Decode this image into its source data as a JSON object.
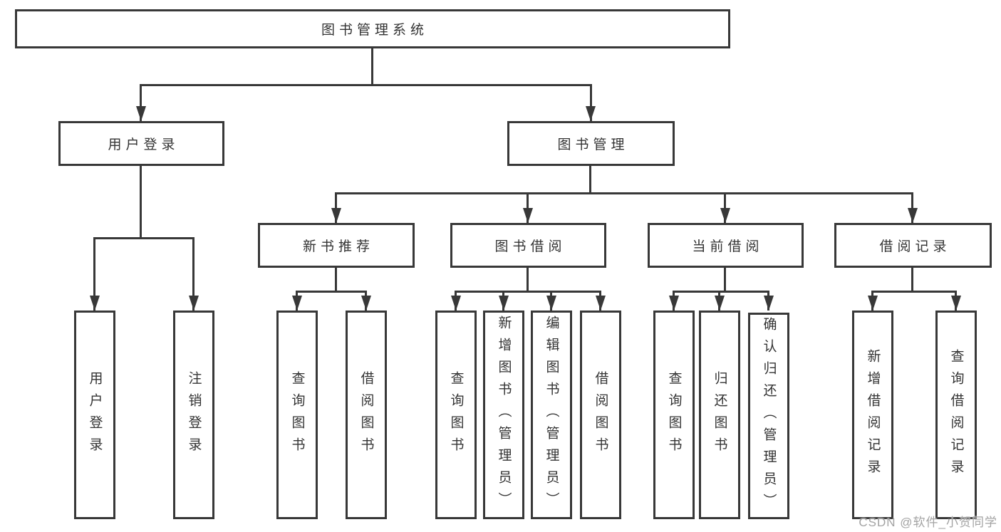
{
  "tree": {
    "root": {
      "label": "图书管理系统"
    },
    "branches": [
      {
        "label": "用户登录",
        "children": [
          {
            "label": "用户登录"
          },
          {
            "label": "注销登录"
          }
        ]
      },
      {
        "label": "图书管理",
        "children": [
          {
            "label": "新书推荐",
            "children": [
              {
                "label": "查询图书"
              },
              {
                "label": "借阅图书"
              }
            ]
          },
          {
            "label": "图书借阅",
            "children": [
              {
                "label": "查询图书"
              },
              {
                "label": "新增图书（管理员）"
              },
              {
                "label": "编辑图书（管理员）"
              },
              {
                "label": "借阅图书"
              }
            ]
          },
          {
            "label": "当前借阅",
            "children": [
              {
                "label": "查询图书"
              },
              {
                "label": "归还图书"
              },
              {
                "label": "确认归还（管理员）"
              }
            ]
          },
          {
            "label": "借阅记录",
            "children": [
              {
                "label": "新增借阅记录"
              },
              {
                "label": "查询借阅记录"
              }
            ]
          }
        ]
      }
    ]
  },
  "watermark": "CSDN @软件_小贺同学",
  "colors": {
    "line": "#383838",
    "text": "#333333",
    "watermark": "#a3a3a3",
    "bg": "#ffffff"
  }
}
